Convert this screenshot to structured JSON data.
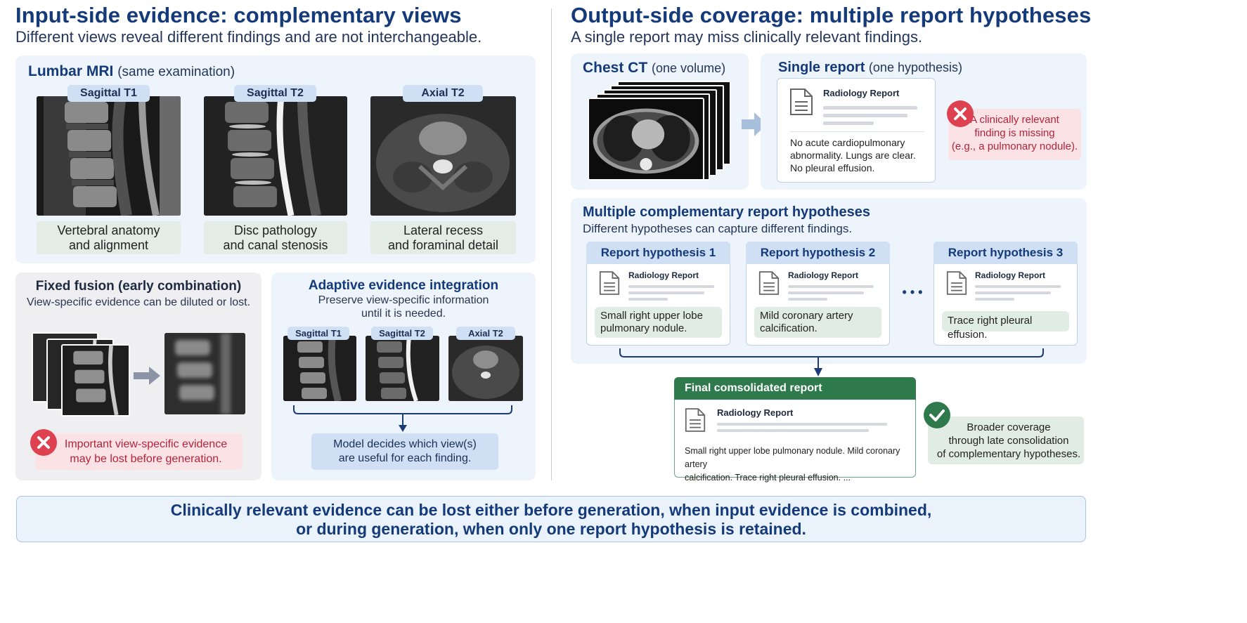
{
  "left": {
    "title": "Input-side evidence: complementary views",
    "subtitle": "Different views reveal different findings and are not interchangeable.",
    "mri_panel": {
      "title_bold": "Lumbar MRI",
      "title_note": "(same examination)",
      "views": [
        {
          "tag": "Sagittal T1",
          "caption_l1": "Vertebral anatomy",
          "caption_l2": "and alignment"
        },
        {
          "tag": "Sagittal T2",
          "caption_l1": "Disc pathology",
          "caption_l2": "and canal stenosis"
        },
        {
          "tag": "Axial T2",
          "caption_l1": "Lateral recess",
          "caption_l2": "and foraminal detail"
        }
      ]
    },
    "fixed_fusion": {
      "title_bold": "Fixed fusion",
      "title_note": "(early combination)",
      "subtitle": "View-specific evidence can be diluted or lost.",
      "warning_l1": "Important view-specific evidence",
      "warning_l2": "may be lost before generation."
    },
    "adaptive": {
      "title": "Adaptive evidence integration",
      "subtitle_l1": "Preserve view-specific information",
      "subtitle_l2": "until it is needed.",
      "tags": [
        "Sagittal T1",
        "Sagittal T2",
        "Axial T2"
      ],
      "result_l1": "Model decides which view(s)",
      "result_l2": "are useful for each finding."
    }
  },
  "right": {
    "title": "Output-side coverage: multiple report hypotheses",
    "subtitle": "A single report may miss clinically relevant findings.",
    "ct_panel": {
      "title_bold": "Chest CT",
      "title_note": "(one volume)"
    },
    "single": {
      "title_bold": "Single report",
      "title_note": "(one hypothesis)",
      "report_title": "Radiology Report",
      "text_l1": "No acute cardiopulmonary",
      "text_l2": "abnormality. Lungs are clear.",
      "text_l3": "No pleural effusion.",
      "warning_l1": "A clinically relevant",
      "warning_l2": "finding is missing",
      "warning_l3": "(e.g., a pulmonary nodule)."
    },
    "multiple": {
      "title": "Multiple complementary report hypotheses",
      "subtitle": "Different hypotheses can capture different findings.",
      "ellipsis": "• • •",
      "hypotheses": [
        {
          "label": "Report hypothesis 1",
          "report_title": "Radiology Report",
          "finding_l1": "Small right upper lobe",
          "finding_l2": "pulmonary nodule."
        },
        {
          "label": "Report hypothesis 2",
          "report_title": "Radiology Report",
          "finding_l1": "Mild coronary artery",
          "finding_l2": "calcification."
        },
        {
          "label": "Report hypothesis 3",
          "report_title": "Radiology Report",
          "finding_l1": "Trace right pleural effusion.",
          "finding_l2": ""
        }
      ]
    },
    "final": {
      "label": "Final comsolidated report",
      "report_title": "Radiology Report",
      "text_l1": "Small right upper lobe pulmonary nodule. Mild coronary artery",
      "text_l2": "calcification. Trace right pleural effusion. ...",
      "note_l1": "Broader coverage",
      "note_l2": "through late consolidation",
      "note_l3": "of complementary hypotheses."
    }
  },
  "footer": {
    "line1": "Clinically relevant evidence can be lost either before generation, when input evidence is combined,",
    "line2": "or during generation, when only one report hypothesis is retained."
  },
  "colors": {
    "navy": "#143a7a",
    "panel_blue": "#edf4fb",
    "tag_blue": "#cfe0f5",
    "green": "#2e7d4f",
    "red": "#d93b4a"
  }
}
